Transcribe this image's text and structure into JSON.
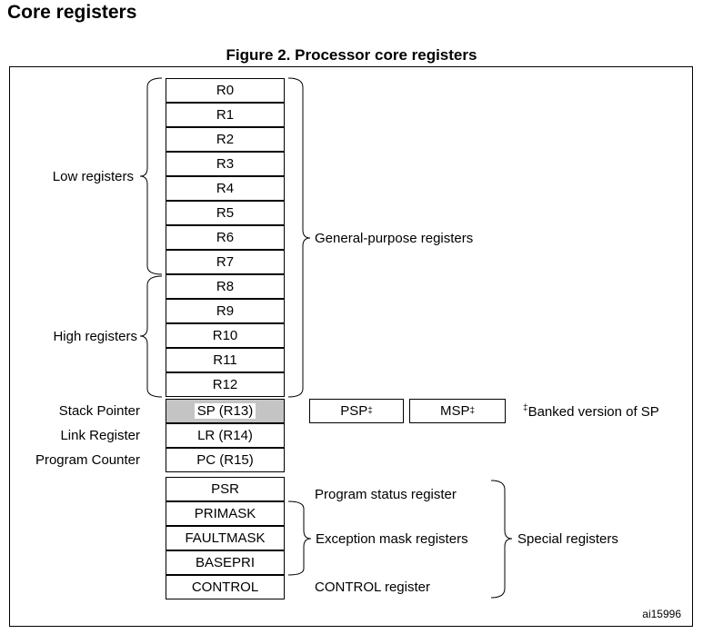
{
  "page": {
    "heading": "Core registers"
  },
  "figure": {
    "title": "Figure 2. Processor core registers",
    "id": "ai15996"
  },
  "registers": {
    "general": [
      "R0",
      "R1",
      "R2",
      "R3",
      "R4",
      "R5",
      "R6",
      "R7",
      "R8",
      "R9",
      "R10",
      "R11",
      "R12"
    ],
    "sp": "SP (R13)",
    "lr": "LR (R14)",
    "pc": "PC (R15)",
    "special": [
      "PSR",
      "PRIMASK",
      "FAULTMASK",
      "BASEPRI",
      "CONTROL"
    ]
  },
  "labels": {
    "low_registers": "Low registers",
    "high_registers": "High registers",
    "stack_pointer": "Stack Pointer",
    "link_register": "Link Register",
    "program_counter": "Program Counter",
    "general_purpose": "General-purpose registers",
    "program_status": "Program status register",
    "exception_mask": "Exception mask registers",
    "control_register": "CONTROL register",
    "special_registers": "Special registers"
  },
  "banked": {
    "psp": "PSP",
    "msp": "MSP",
    "marker": "‡",
    "note": "Banked version of SP"
  },
  "colors": {
    "sp_fill": "#c4c4c4",
    "line": "#000000"
  }
}
